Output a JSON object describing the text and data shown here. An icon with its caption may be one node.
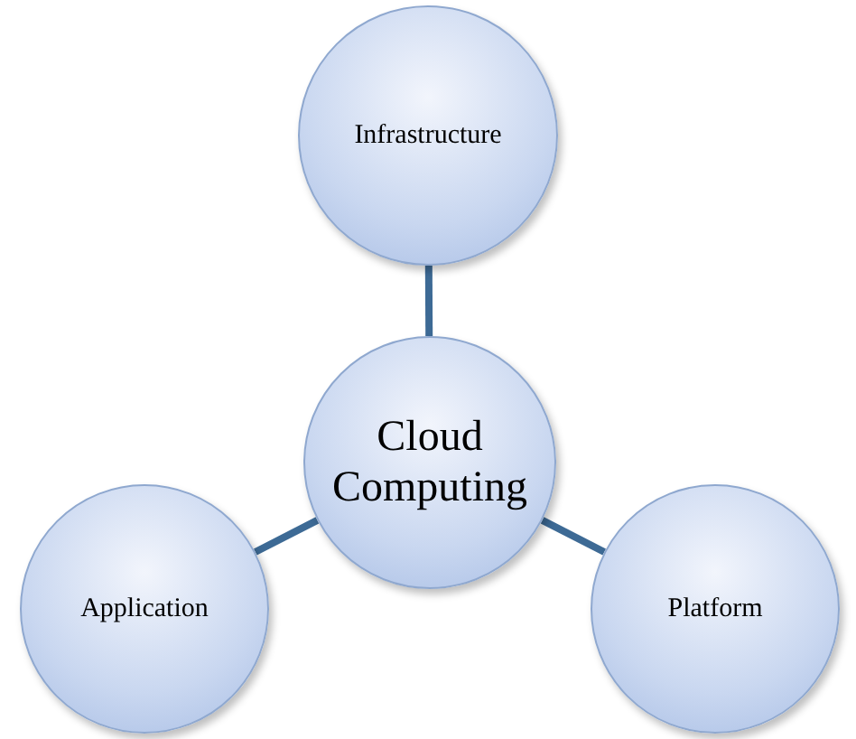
{
  "diagram": {
    "nodes": [
      {
        "text": [
          "Infrastructure"
        ]
      },
      {
        "text": [
          "Cloud Computing"
        ]
      },
      {
        "text": [
          "Application"
        ]
      },
      {
        "text": [
          "Platform"
        ]
      }
    ],
    "edges": [
      {
        "from": 1,
        "to": 0,
        "arrow": "none"
      },
      {
        "from": 1,
        "to": 2,
        "arrow": "none"
      },
      {
        "from": 1,
        "to": 3,
        "arrow": "none"
      }
    ]
  }
}
